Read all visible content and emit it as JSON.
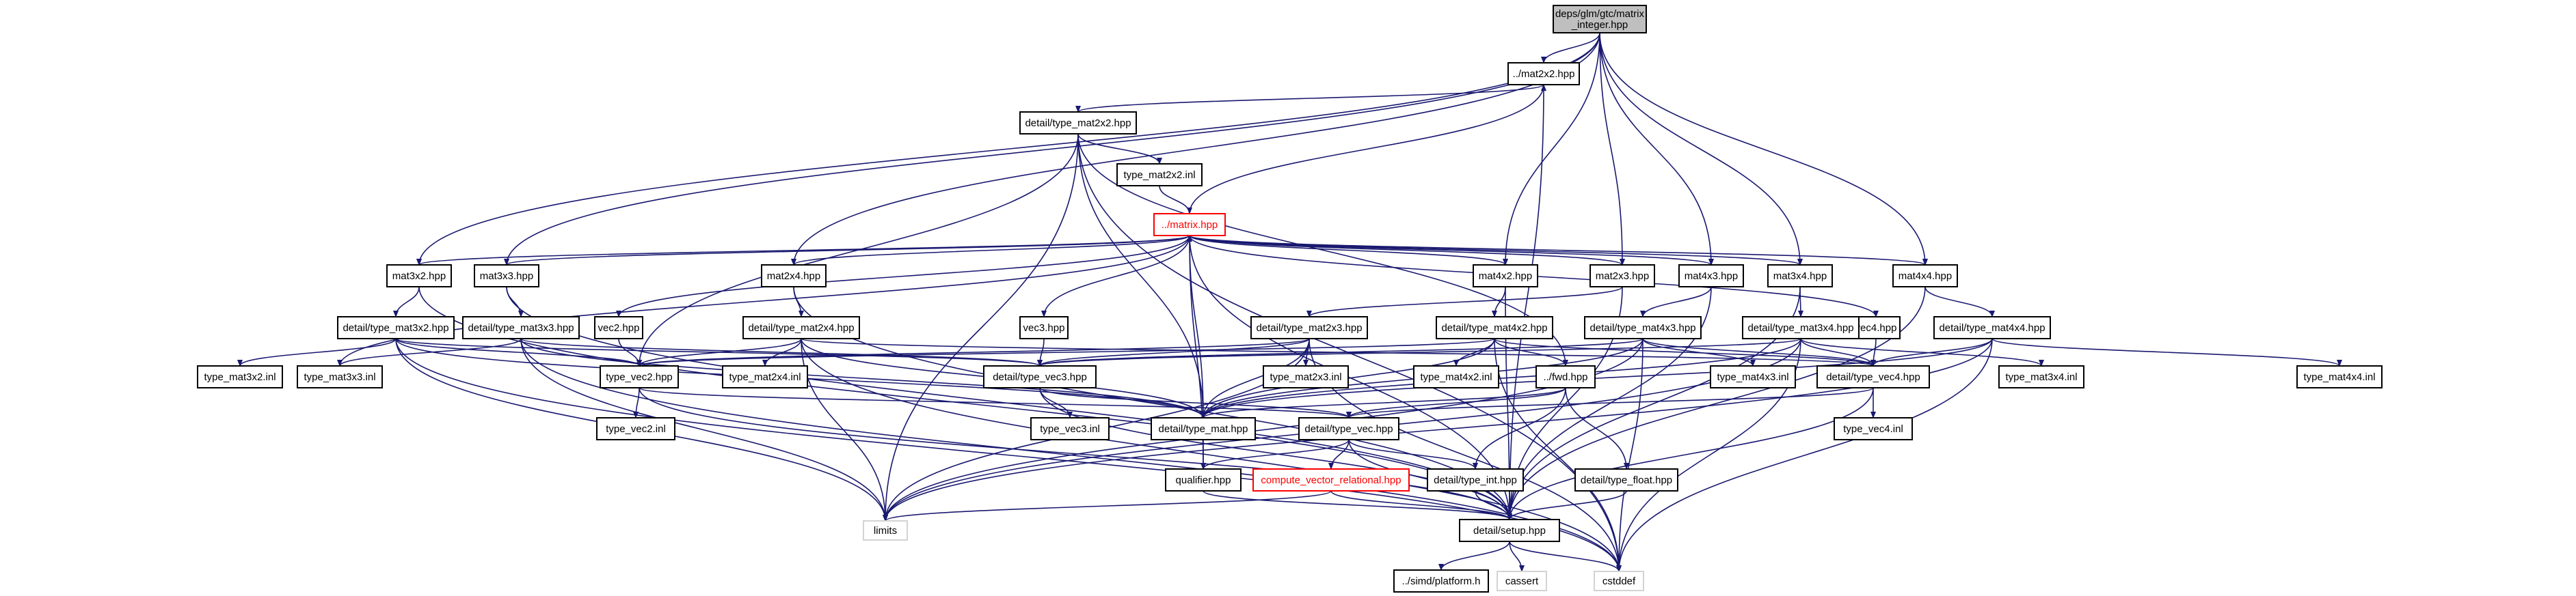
{
  "diagram": {
    "nodes": [
      {
        "id": "root",
        "label": [
          "deps/glm/gtc/matrix",
          "_integer.hpp"
        ],
        "style": "root"
      },
      {
        "id": "mat2x2",
        "label": [
          "../mat2x2.hpp"
        ]
      },
      {
        "id": "dtm22",
        "label": [
          "detail/type_mat2x2.hpp"
        ]
      },
      {
        "id": "tm22inl",
        "label": [
          "type_mat2x2.inl"
        ]
      },
      {
        "id": "matrix",
        "label": [
          "../matrix.hpp"
        ],
        "style": "red"
      },
      {
        "id": "mat3x2",
        "label": [
          "mat3x2.hpp"
        ]
      },
      {
        "id": "mat3x3",
        "label": [
          "mat3x3.hpp"
        ]
      },
      {
        "id": "mat2x4",
        "label": [
          "mat2x4.hpp"
        ]
      },
      {
        "id": "mat4x2",
        "label": [
          "mat4x2.hpp"
        ]
      },
      {
        "id": "mat2x3",
        "label": [
          "mat2x3.hpp"
        ]
      },
      {
        "id": "mat4x3",
        "label": [
          "mat4x3.hpp"
        ]
      },
      {
        "id": "mat3x4",
        "label": [
          "mat3x4.hpp"
        ]
      },
      {
        "id": "mat4x4",
        "label": [
          "mat4x4.hpp"
        ]
      },
      {
        "id": "vec2",
        "label": [
          "vec2.hpp"
        ]
      },
      {
        "id": "vec3",
        "label": [
          "vec3.hpp"
        ]
      },
      {
        "id": "vec4",
        "label": [
          "vec4.hpp"
        ]
      },
      {
        "id": "dtm32",
        "label": [
          "detail/type_mat3x2.hpp"
        ]
      },
      {
        "id": "dtm33",
        "label": [
          "detail/type_mat3x3.hpp"
        ]
      },
      {
        "id": "dtm24",
        "label": [
          "detail/type_mat2x4.hpp"
        ]
      },
      {
        "id": "dtm23",
        "label": [
          "detail/type_mat2x3.hpp"
        ]
      },
      {
        "id": "dtm42",
        "label": [
          "detail/type_mat4x2.hpp"
        ]
      },
      {
        "id": "dtm43",
        "label": [
          "detail/type_mat4x3.hpp"
        ]
      },
      {
        "id": "dtm34",
        "label": [
          "detail/type_mat3x4.hpp"
        ]
      },
      {
        "id": "dtm44",
        "label": [
          "detail/type_mat4x4.hpp"
        ]
      },
      {
        "id": "tm32inl",
        "label": [
          "type_mat3x2.inl"
        ]
      },
      {
        "id": "tm33inl",
        "label": [
          "type_mat3x3.inl"
        ]
      },
      {
        "id": "tv2",
        "label": [
          "type_vec2.hpp"
        ]
      },
      {
        "id": "tm24inl",
        "label": [
          "type_mat2x4.inl"
        ]
      },
      {
        "id": "dtv3",
        "label": [
          "detail/type_vec3.hpp"
        ]
      },
      {
        "id": "tm23inl",
        "label": [
          "type_mat2x3.inl"
        ]
      },
      {
        "id": "tm42inl",
        "label": [
          "type_mat4x2.inl"
        ]
      },
      {
        "id": "fwd",
        "label": [
          "../fwd.hpp"
        ]
      },
      {
        "id": "tm43inl",
        "label": [
          "type_mat4x3.inl"
        ]
      },
      {
        "id": "dtv4",
        "label": [
          "detail/type_vec4.hpp"
        ]
      },
      {
        "id": "tm34inl",
        "label": [
          "type_mat3x4.inl"
        ]
      },
      {
        "id": "tm44inl",
        "label": [
          "type_mat4x4.inl"
        ]
      },
      {
        "id": "tv2inl",
        "label": [
          "type_vec2.inl"
        ]
      },
      {
        "id": "tv3inl",
        "label": [
          "type_vec3.inl"
        ]
      },
      {
        "id": "dtmat",
        "label": [
          "detail/type_mat.hpp"
        ]
      },
      {
        "id": "dtvec",
        "label": [
          "detail/type_vec.hpp"
        ]
      },
      {
        "id": "tv4inl",
        "label": [
          "type_vec4.inl"
        ]
      },
      {
        "id": "qual",
        "label": [
          "qualifier.hpp"
        ]
      },
      {
        "id": "cvr",
        "label": [
          "compute_vector_relational.hpp"
        ],
        "style": "red"
      },
      {
        "id": "dti",
        "label": [
          "detail/type_int.hpp"
        ]
      },
      {
        "id": "dtf",
        "label": [
          "detail/type_float.hpp"
        ]
      },
      {
        "id": "limits",
        "label": [
          "limits"
        ],
        "style": "noframe"
      },
      {
        "id": "setup",
        "label": [
          "detail/setup.hpp"
        ]
      },
      {
        "id": "platform",
        "label": [
          "../simd/platform.h"
        ]
      },
      {
        "id": "cassert",
        "label": [
          "cassert"
        ],
        "style": "noframe"
      },
      {
        "id": "cstddef",
        "label": [
          "cstddef"
        ],
        "style": "noframe"
      }
    ],
    "edges": [
      [
        "root",
        "mat2x2"
      ],
      [
        "root",
        "mat3x2"
      ],
      [
        "root",
        "mat3x3"
      ],
      [
        "root",
        "mat2x4"
      ],
      [
        "root",
        "mat4x2"
      ],
      [
        "root",
        "mat2x3"
      ],
      [
        "root",
        "mat4x3"
      ],
      [
        "root",
        "mat3x4"
      ],
      [
        "root",
        "mat4x4"
      ],
      [
        "mat2x2",
        "dtm22"
      ],
      [
        "mat2x2",
        "setup"
      ],
      [
        "dtm22",
        "tm22inl"
      ],
      [
        "dtm22",
        "tv2"
      ],
      [
        "dtm22",
        "dtmat"
      ],
      [
        "dtm22",
        "fwd"
      ],
      [
        "dtm22",
        "limits"
      ],
      [
        "dtm22",
        "cstddef"
      ],
      [
        "tm22inl",
        "matrix"
      ],
      [
        "matrix",
        "mat2x2"
      ],
      [
        "matrix",
        "mat3x2"
      ],
      [
        "matrix",
        "mat3x3"
      ],
      [
        "matrix",
        "mat2x4"
      ],
      [
        "matrix",
        "mat4x2"
      ],
      [
        "matrix",
        "mat2x3"
      ],
      [
        "matrix",
        "mat4x3"
      ],
      [
        "matrix",
        "mat3x4"
      ],
      [
        "matrix",
        "mat4x4"
      ],
      [
        "matrix",
        "vec2"
      ],
      [
        "matrix",
        "vec3"
      ],
      [
        "matrix",
        "vec4"
      ],
      [
        "matrix",
        "dtmat"
      ],
      [
        "matrix",
        "setup"
      ],
      [
        "matrix",
        "qual"
      ],
      [
        "mat3x2",
        "dtm32"
      ],
      [
        "mat3x2",
        "setup"
      ],
      [
        "mat3x3",
        "dtm33"
      ],
      [
        "mat3x3",
        "setup"
      ],
      [
        "mat2x4",
        "dtm24"
      ],
      [
        "mat2x4",
        "setup"
      ],
      [
        "mat4x2",
        "dtm42"
      ],
      [
        "mat4x2",
        "setup"
      ],
      [
        "mat2x3",
        "dtm23"
      ],
      [
        "mat2x3",
        "setup"
      ],
      [
        "mat4x3",
        "dtm43"
      ],
      [
        "mat4x3",
        "setup"
      ],
      [
        "mat3x4",
        "dtm34"
      ],
      [
        "mat3x4",
        "setup"
      ],
      [
        "mat4x4",
        "dtm44"
      ],
      [
        "mat4x4",
        "setup"
      ],
      [
        "vec2",
        "tv2"
      ],
      [
        "vec3",
        "dtv3"
      ],
      [
        "vec4",
        "dtv4"
      ],
      [
        "dtm32",
        "tm32inl"
      ],
      [
        "dtm32",
        "tv2"
      ],
      [
        "dtm32",
        "dtv3"
      ],
      [
        "dtm32",
        "dtmat"
      ],
      [
        "dtm32",
        "limits"
      ],
      [
        "dtm32",
        "cstddef"
      ],
      [
        "dtm33",
        "tm33inl"
      ],
      [
        "dtm33",
        "dtv3"
      ],
      [
        "dtm33",
        "dtmat"
      ],
      [
        "dtm33",
        "limits"
      ],
      [
        "dtm33",
        "cstddef"
      ],
      [
        "dtm24",
        "tm24inl"
      ],
      [
        "dtm24",
        "tv2"
      ],
      [
        "dtm24",
        "dtv4"
      ],
      [
        "dtm24",
        "dtmat"
      ],
      [
        "dtm24",
        "limits"
      ],
      [
        "dtm24",
        "cstddef"
      ],
      [
        "dtm23",
        "tm23inl"
      ],
      [
        "dtm23",
        "tv2"
      ],
      [
        "dtm23",
        "dtv3"
      ],
      [
        "dtm23",
        "dtmat"
      ],
      [
        "dtm23",
        "limits"
      ],
      [
        "dtm23",
        "cstddef"
      ],
      [
        "dtm42",
        "tm42inl"
      ],
      [
        "dtm42",
        "tv2"
      ],
      [
        "dtm42",
        "dtv4"
      ],
      [
        "dtm42",
        "dtmat"
      ],
      [
        "dtm42",
        "fwd"
      ],
      [
        "dtm42",
        "cstddef"
      ],
      [
        "dtm43",
        "tm43inl"
      ],
      [
        "dtm43",
        "dtv3"
      ],
      [
        "dtm43",
        "dtv4"
      ],
      [
        "dtm43",
        "dtmat"
      ],
      [
        "dtm43",
        "limits"
      ],
      [
        "dtm43",
        "cstddef"
      ],
      [
        "dtm34",
        "tm34inl"
      ],
      [
        "dtm34",
        "dtv3"
      ],
      [
        "dtm34",
        "dtv4"
      ],
      [
        "dtm34",
        "dtmat"
      ],
      [
        "dtm34",
        "limits"
      ],
      [
        "dtm34",
        "cstddef"
      ],
      [
        "dtm44",
        "tm44inl"
      ],
      [
        "dtm44",
        "dtv4"
      ],
      [
        "dtm44",
        "dtmat"
      ],
      [
        "dtm44",
        "limits"
      ],
      [
        "dtm44",
        "cstddef"
      ],
      [
        "tm33inl",
        "matrix"
      ],
      [
        "tv2",
        "tv2inl"
      ],
      [
        "tv2",
        "dtvec"
      ],
      [
        "tv2",
        "setup"
      ],
      [
        "dtv3",
        "tv3inl"
      ],
      [
        "dtv3",
        "dtvec"
      ],
      [
        "dtv3",
        "setup"
      ],
      [
        "dtv4",
        "tv4inl"
      ],
      [
        "dtv4",
        "dtvec"
      ],
      [
        "dtv4",
        "setup"
      ],
      [
        "fwd",
        "dtmat"
      ],
      [
        "fwd",
        "dtvec"
      ],
      [
        "fwd",
        "dti"
      ],
      [
        "fwd",
        "dtf"
      ],
      [
        "dtmat",
        "qual"
      ],
      [
        "dtvec",
        "qual"
      ],
      [
        "dtvec",
        "cvr"
      ],
      [
        "dtvec",
        "dti"
      ],
      [
        "dtvec",
        "setup"
      ],
      [
        "qual",
        "setup"
      ],
      [
        "cvr",
        "setup"
      ],
      [
        "cvr",
        "limits"
      ],
      [
        "dti",
        "setup"
      ],
      [
        "dtf",
        "setup"
      ],
      [
        "setup",
        "platform"
      ],
      [
        "setup",
        "cassert"
      ],
      [
        "setup",
        "cstddef"
      ]
    ]
  }
}
